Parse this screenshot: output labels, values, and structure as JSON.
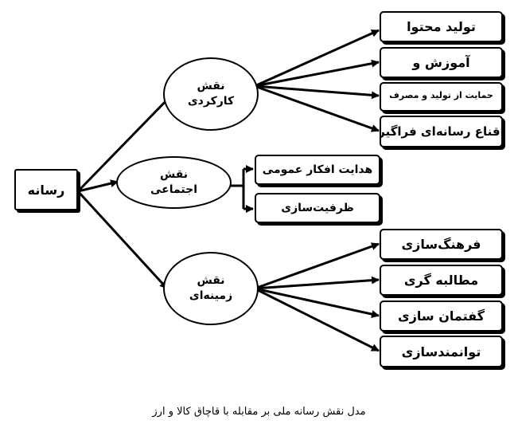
{
  "root": {
    "label": "رسانه"
  },
  "roles": [
    {
      "line1": "نقش",
      "line2": "کارکردی"
    },
    {
      "line1": "نقش",
      "line2": "اجتماعی"
    },
    {
      "line1": "نقش",
      "line2": "زمینه‌ای"
    }
  ],
  "functional_items": [
    "تولید محتوا",
    "آموزش و",
    "حمایت از تولید و مصرف",
    "اقناع رسانه‌ای فراگیر"
  ],
  "social_items": [
    "هدایت افکار عمومی",
    "ظرفیت‌سازی"
  ],
  "contextual_items": [
    "فرهنگ‌سازی",
    "مطالبه گری",
    "گفتمان سازی",
    "توانمندسازی"
  ],
  "caption": "مدل نقش رسانه ملی بر مقابله با قاچاق کالا و ارز"
}
